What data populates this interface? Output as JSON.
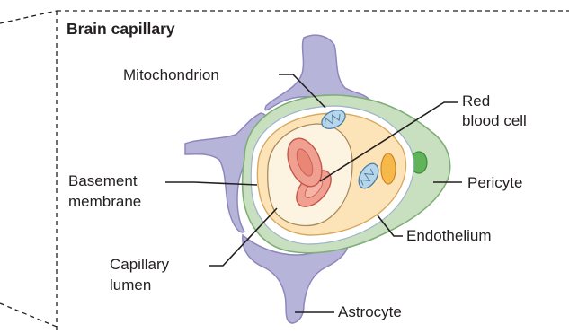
{
  "diagram": {
    "title": "Brain capillary",
    "labels": {
      "mitochondrion": "Mitochondrion",
      "red_blood_cell_1": "Red",
      "red_blood_cell_2": "blood cell",
      "basement_membrane_1": "Basement",
      "basement_membrane_2": "membrane",
      "pericyte": "Pericyte",
      "endothelium": "Endothelium",
      "capillary_lumen_1": "Capillary",
      "capillary_lumen_2": "lumen",
      "astrocyte": "Astrocyte"
    },
    "colors": {
      "astrocyte": "#b7b4d9",
      "astrocyte_stroke": "#8d87bd",
      "pericyte": "#c9e0c0",
      "pericyte_stroke": "#7fae78",
      "basement_membrane": "#ffffff",
      "endothelium": "#fde4b8",
      "endothelium_stroke": "#d9a860",
      "lumen": "#fdf3e1",
      "red_blood_cell": "#f0a090",
      "red_blood_cell_stroke": "#c5574c",
      "mitochondrion": "#b8d6ea",
      "nucleus_pericyte": "#5fb45a",
      "nucleus_endothelium": "#f7b84a"
    }
  }
}
